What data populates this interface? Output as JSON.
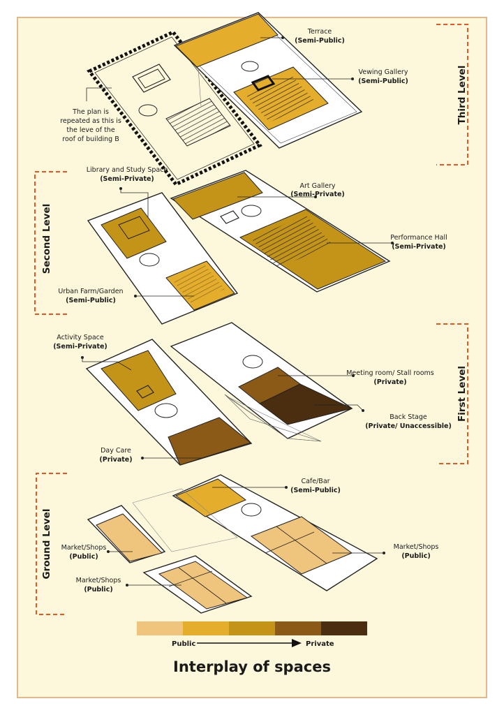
{
  "palette": {
    "frame": "#e3b98c",
    "background": "#fdf8dc",
    "accent_dash": "#e8551f",
    "public": "#efc47c",
    "semi_public": "#e4ad2b",
    "semi_private": "#c39418",
    "private": "#8c5a17",
    "private_unaccessible": "#4a2e0f",
    "plan_line": "#222222"
  },
  "levels": {
    "third": "Third Level",
    "second": "Second Level",
    "first": "First Level",
    "ground": "Ground Level"
  },
  "labels": {
    "terrace": {
      "name": "Terrace",
      "type": "(Semi-Public)"
    },
    "viewing_gallery": {
      "name": "Vewing Gallery",
      "type": "(Semi-Public)"
    },
    "repeat_note": [
      "The plan is",
      "repeated as this is",
      "the leve of the",
      "roof of building B"
    ],
    "library": {
      "name": "Library and Study Space",
      "type": "(Semi-Private)"
    },
    "art_gallery": {
      "name": "Art Gallery",
      "type": "(Semi-Private)"
    },
    "performance_hall": {
      "name": "Performance Hall",
      "type": "(Semi-Private)"
    },
    "urban_farm": {
      "name": "Urban Farm/Garden",
      "type": "(Semi-Public)"
    },
    "activity_space": {
      "name": "Activity Space",
      "type": "(Semi-Private)"
    },
    "meeting_room": {
      "name": "Meeting room/ Stall rooms",
      "type": "(Private)"
    },
    "back_stage": {
      "name": "Back Stage",
      "type": "(Private/ Unaccessible)"
    },
    "day_care": {
      "name": "Day Care",
      "type": "(Private)"
    },
    "cafe_bar": {
      "name": "Cafe/Bar",
      "type": "(Semi-Public)"
    },
    "market_left": {
      "name": "Market/Shops",
      "type": "(Public)"
    },
    "market_right": {
      "name": "Market/Shops",
      "type": "(Public)"
    },
    "market_center": {
      "name": "Market/Shops",
      "type": "(Public)"
    }
  },
  "legend": {
    "from": "Public",
    "to": "Private",
    "steps": [
      "#efc47c",
      "#e4ad2b",
      "#c39418",
      "#8c5a17",
      "#4a2e0f"
    ]
  },
  "title": "Interplay of spaces"
}
